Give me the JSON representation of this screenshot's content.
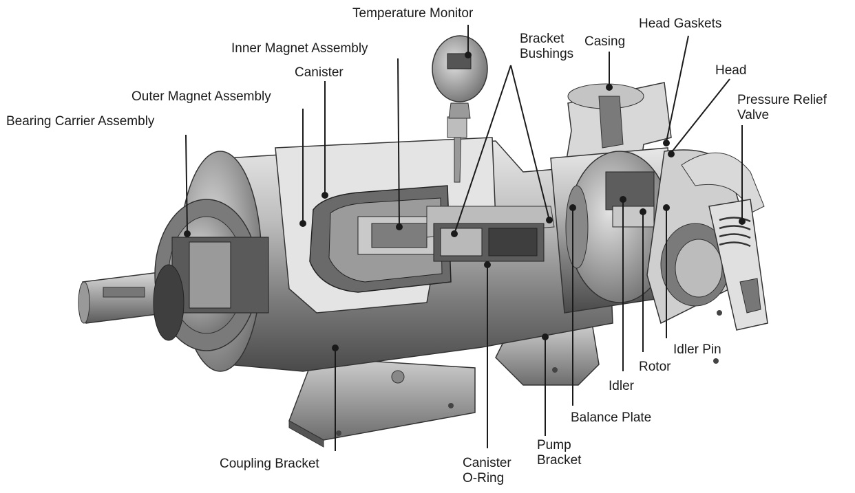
{
  "figure": {
    "labels": {
      "temperature_monitor": "Temperature Monitor",
      "bracket_bushings_1": "Bracket",
      "bracket_bushings_2": "Bushings",
      "casing": "Casing",
      "head_gaskets": "Head Gaskets",
      "inner_magnet_assembly": "Inner Magnet Assembly",
      "head": "Head",
      "canister": "Canister",
      "pressure_relief_valve_1": "Pressure Relief",
      "pressure_relief_valve_2": "Valve",
      "outer_magnet_assembly": "Outer Magnet Assembly",
      "bearing_carrier_assembly": "Bearing Carrier Assembly",
      "idler_pin": "Idler Pin",
      "rotor": "Rotor",
      "idler": "Idler",
      "balance_plate": "Balance Plate",
      "pump_bracket_1": "Pump",
      "pump_bracket_2": "Bracket",
      "coupling_bracket": "Coupling Bracket",
      "canister_oring_1": "Canister",
      "canister_oring_2": "O-Ring"
    },
    "colors": {
      "ink": "#1a1a1a",
      "metal_dark": "#5e5e5e",
      "metal_mid": "#9a9a9a",
      "metal_light": "#d6d6d6",
      "cut_face": "#e4e4e4"
    }
  }
}
